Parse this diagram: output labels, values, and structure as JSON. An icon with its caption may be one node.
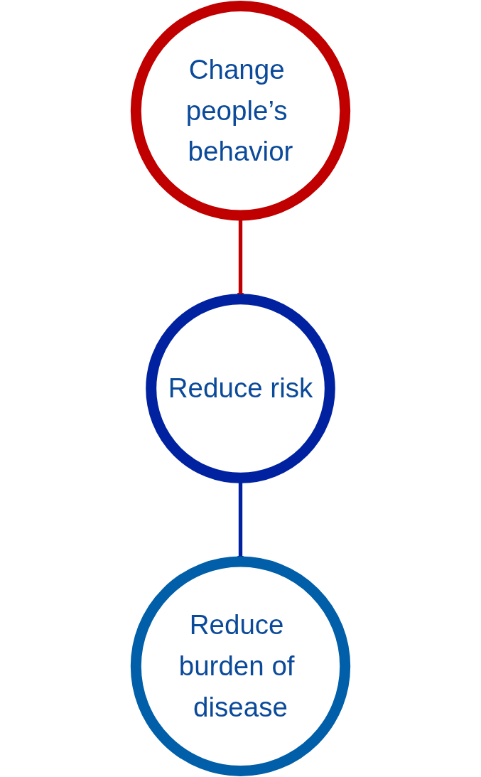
{
  "diagram": {
    "nodes": [
      {
        "text": [
          "Change people’s behavior"
        ]
      },
      {
        "text": [
          "Reduce risk"
        ]
      },
      {
        "text": [
          "Reduce burden of disease"
        ]
      }
    ],
    "edges": [
      {
        "from": 0,
        "to": 1,
        "arrow": "to",
        "color": "#c00000"
      },
      {
        "from": 1,
        "to": 2,
        "arrow": "to",
        "color": "#0022a0"
      }
    ]
  }
}
